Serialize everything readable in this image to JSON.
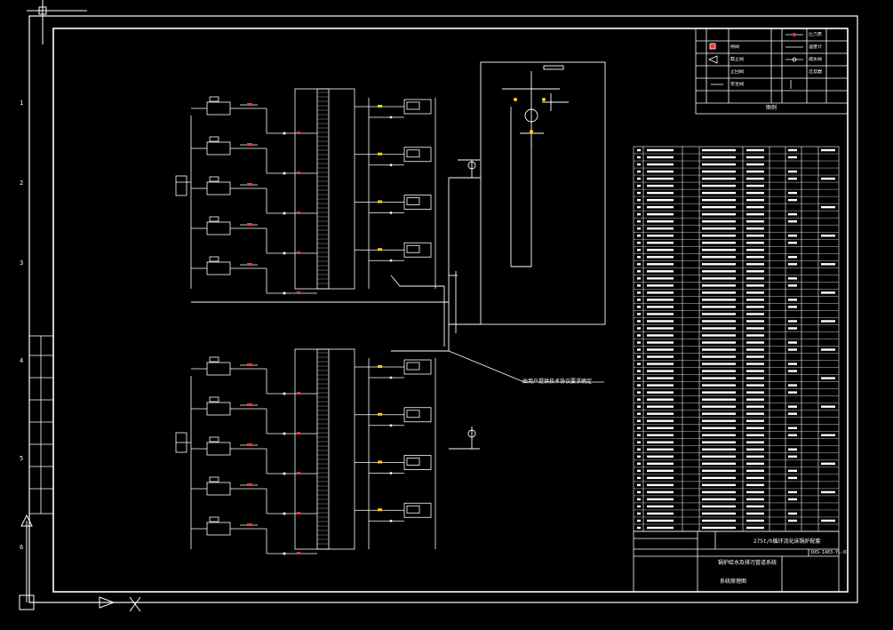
{
  "colors": {
    "background": "#000000",
    "lines": "#ffffff",
    "highlight": "#ff3030",
    "warning": "#ffd000",
    "accent": "#00e0ff"
  },
  "side_ruler": {
    "labels": [
      "1",
      "2",
      "3",
      "4",
      "5",
      "6"
    ]
  },
  "schematic": {
    "upper_group_count": 5,
    "lower_group_count": 5,
    "upper_right_units": 4,
    "lower_right_units": 4
  },
  "legend": {
    "rows": [
      "闸阀",
      "截止阀",
      "止回阀",
      "安全阀",
      "压力表",
      "温度计",
      "疏水阀",
      "过滤器"
    ],
    "footer": "图例"
  },
  "callout_text": "由用户提供技术协议要求确定",
  "title_block": {
    "project": "275t/h循环流化床锅炉配套",
    "drawing_name": "锅炉给水及排污管道系统",
    "sub_name": "系统原理图",
    "drawing_no": "DXS-1403-YL-01"
  }
}
